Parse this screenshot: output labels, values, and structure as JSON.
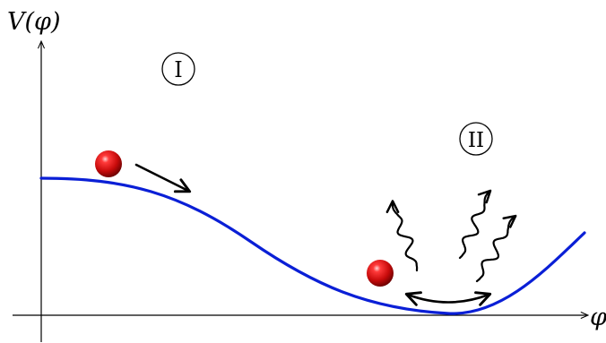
{
  "axes": {
    "y_label": "V(φ)",
    "x_label": "φ"
  },
  "regions": {
    "region_1": "I",
    "region_2": "II"
  },
  "colors": {
    "potential_curve": "#0a1fd6",
    "ball": "#d01010",
    "ink": "#000000"
  },
  "icons": {
    "ball": "red-sphere",
    "motion_arrow": "straight-arrow",
    "oscillation": "double-headed-curved-arrow",
    "radiation": "wavy-arrow"
  }
}
